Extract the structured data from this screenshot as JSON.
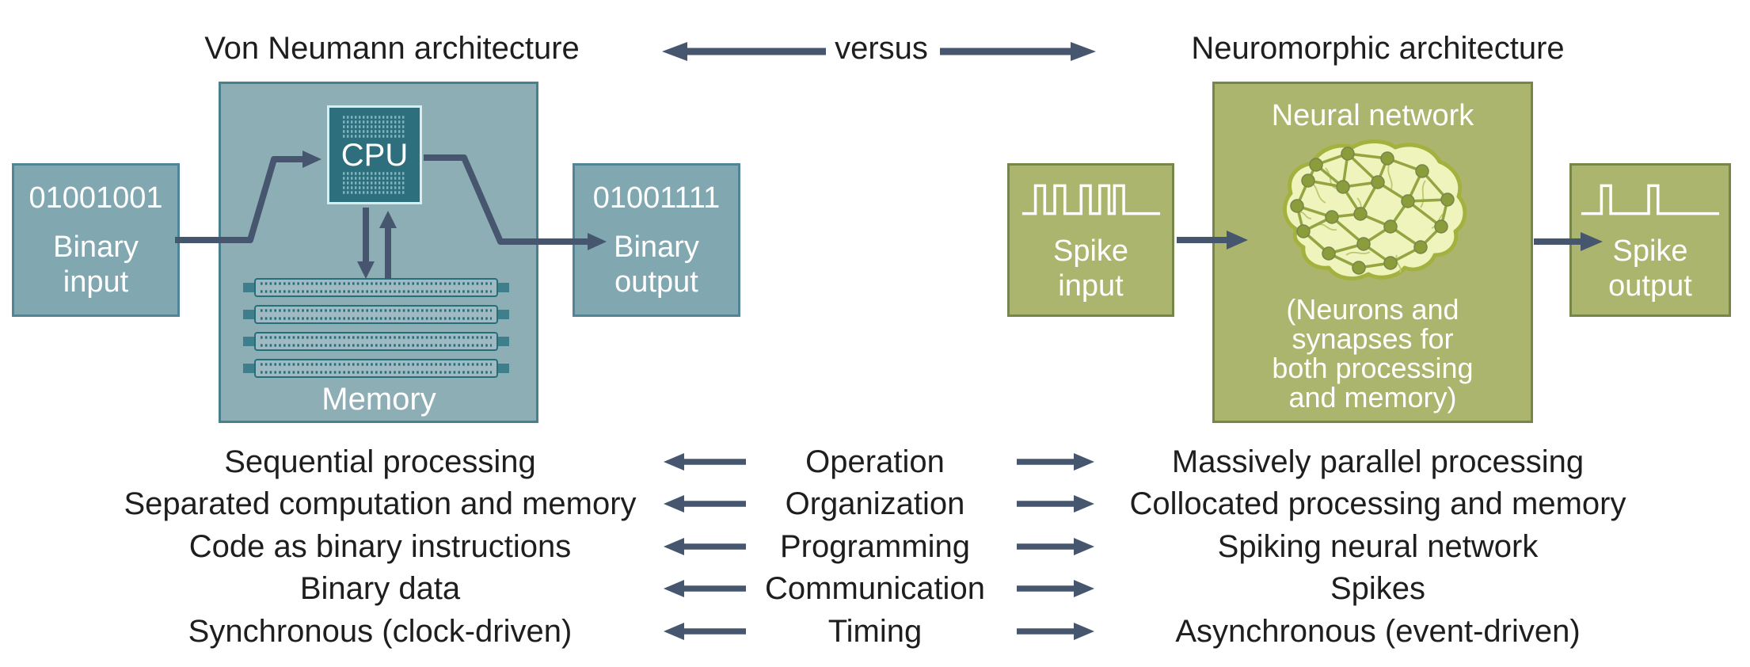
{
  "header": {
    "left_title": "Von Neumann architecture",
    "versus": "versus",
    "right_title": "Neuromorphic architecture"
  },
  "von_neumann": {
    "input_value": "01001001",
    "input_label": "Binary\ninput",
    "cpu_label": "CPU",
    "memory_label": "Memory",
    "output_value": "01001111",
    "output_label": "Binary\noutput"
  },
  "neuromorphic": {
    "input_label": "Spike\ninput",
    "network_title": "Neural network",
    "network_note": "(Neurons and\nsynapses for\nboth processing\nand memory)",
    "output_label": "Spike\noutput"
  },
  "rows": [
    {
      "left": "Sequential processing",
      "center": "Operation",
      "right": "Massively parallel processing"
    },
    {
      "left": "Separated computation and memory",
      "center": "Organization",
      "right": "Collocated processing and memory"
    },
    {
      "left": "Code as binary instructions",
      "center": "Programming",
      "right": "Spiking neural network"
    },
    {
      "left": "Binary data",
      "center": "Communication",
      "right": "Spikes"
    },
    {
      "left": "Synchronous (clock-driven)",
      "center": "Timing",
      "right": "Asynchronous (event-driven)"
    }
  ],
  "icons": {
    "cpu_chip": "cpu-die-with-dot-grid",
    "ram_module": "memory-stick-with-pin-dots",
    "brain_network": "brain-with-neuron-nodes",
    "spike_input_waveform": "dense-square-pulses",
    "spike_output_waveform": "sparse-square-pulses",
    "arrows": "solid-slate-arrows"
  },
  "colors": {
    "arrow": "#45566E",
    "teal_fill": "#81A7B1",
    "teal_border": "#4F8596",
    "teal_big_fill": "#8DAEB5",
    "teal_big_border": "#49808E",
    "dark_teal": "#256F7B",
    "cpu_fill": "#2D6F7D",
    "cpu_border": "#D8EDF0",
    "cpu_dots": "#7FB5BF",
    "ram_inner": "#9FBAC2",
    "ram_tab": "#3F7E8B",
    "olive_fill": "#ACB56D",
    "olive_border": "#76864A",
    "brain_fill": "#EFF3BC",
    "brain_outline": "#A3B13F",
    "brain_vein": "#BCC96E",
    "node_fill": "#8B9C3B",
    "node_edge": "#93A440",
    "text_dark": "#1E1E1E",
    "text_light": "#FFFFFF"
  }
}
